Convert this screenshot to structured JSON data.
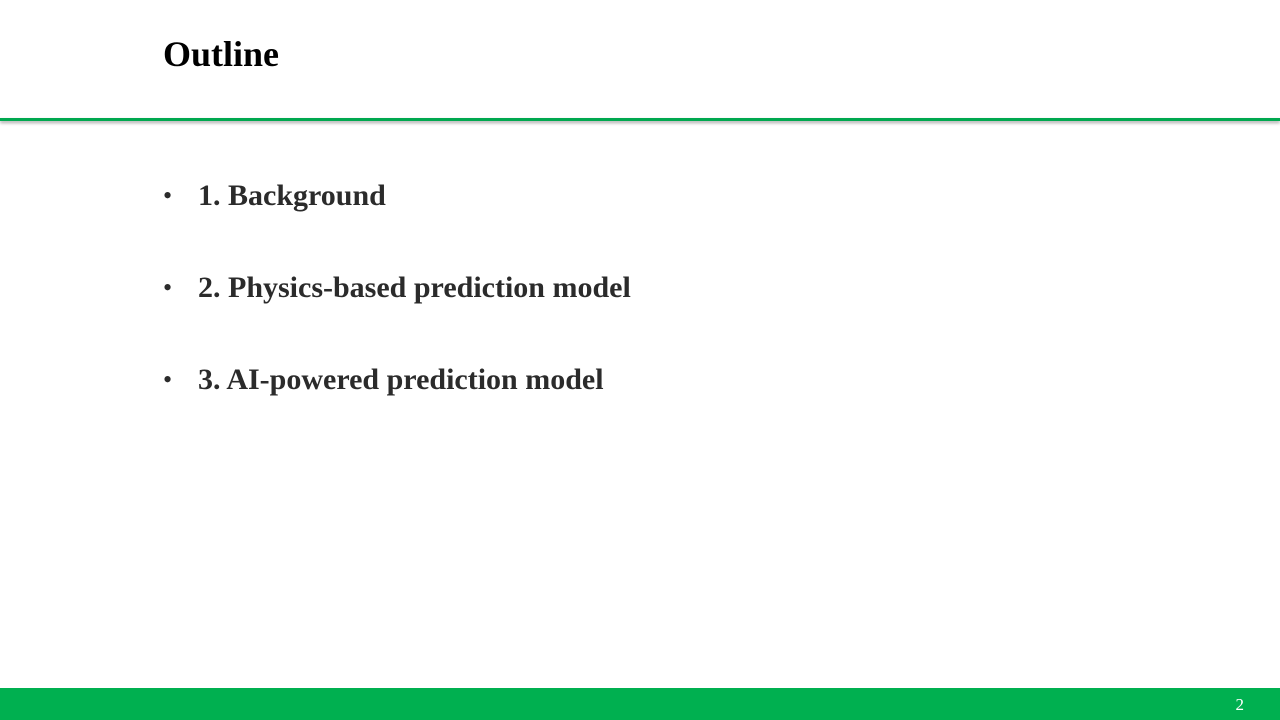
{
  "slide": {
    "title": "Outline",
    "bullet_glyph": "•",
    "items": [
      {
        "label": "1. Background"
      },
      {
        "label": "2. Physics-based prediction model"
      },
      {
        "label": "3. AI-powered prediction model"
      }
    ],
    "page_number": "2"
  },
  "colors": {
    "accent": "#00b050",
    "title_text": "#000000",
    "body_text": "#2b2b2b",
    "background": "#ffffff"
  }
}
